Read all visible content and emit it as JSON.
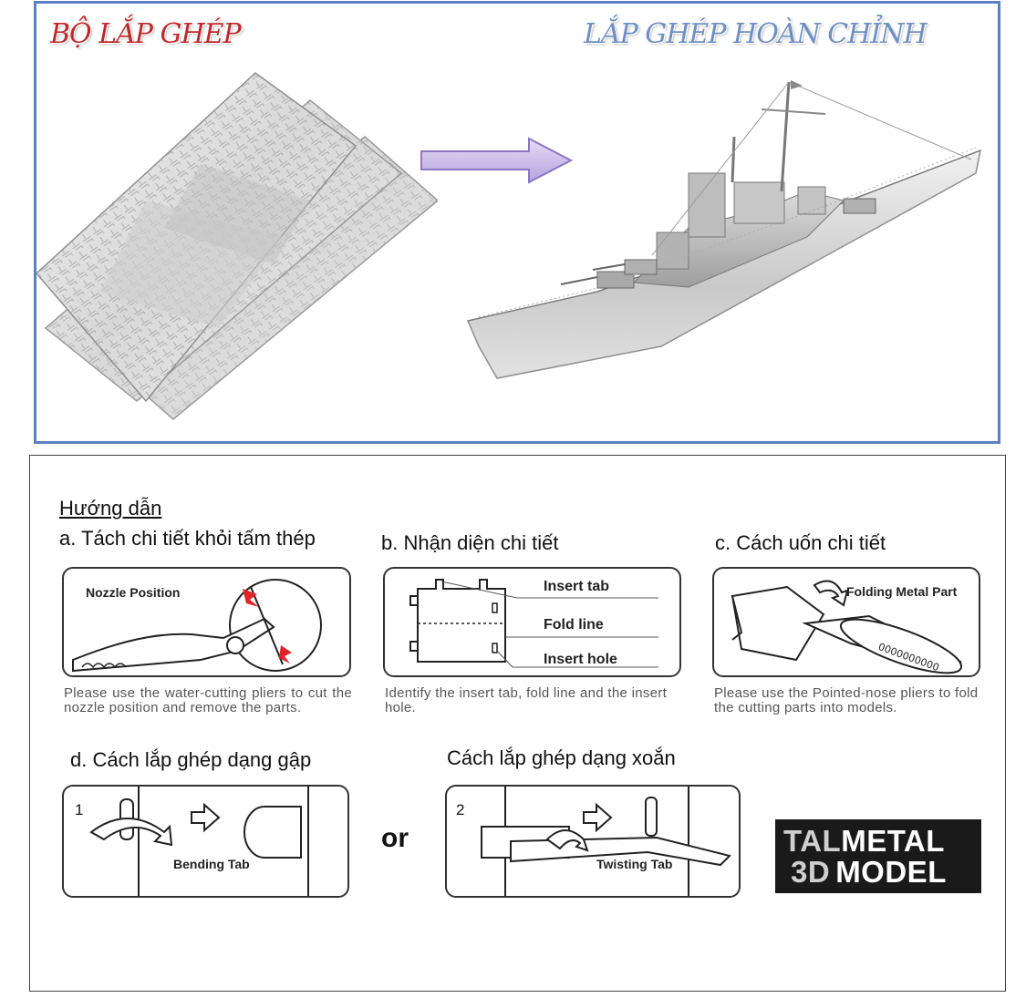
{
  "top": {
    "kit_title": "BỘ LẮP GHÉP",
    "finished_title": "LẮP GHÉP HOÀN CHỈNH",
    "arrow_color": "#c8b8ea"
  },
  "guide": {
    "heading": "Hướng dẫn",
    "step_a": {
      "title": "a. Tách chi tiết khỏi tấm thép",
      "label": "Nozzle Position",
      "caption": "Please use the water-cutting pliers to cut the nozzle position and remove the parts."
    },
    "step_b": {
      "title": "b. Nhận diện chi tiết",
      "labels": [
        "Insert tab",
        "Fold line",
        "Insert hole"
      ],
      "caption": "Identify the insert tab, fold line and the insert hole."
    },
    "step_c": {
      "title": "c. Cách uốn chi tiết",
      "label": "Folding Metal Part",
      "caption": "Please use the Pointed-nose pliers to fold the cutting parts into models."
    },
    "step_d": {
      "title": "d. Cách lắp ghép dạng gập",
      "number": "1",
      "label": "Bending Tab"
    },
    "or_text": "or",
    "step_twist": {
      "title": "Cách lắp ghép dạng xoắn",
      "number": "2",
      "label": "Twisting Tab"
    },
    "logo": {
      "line1_a": "TAL",
      "line1_b": "METAL",
      "line2_a": "3D",
      "line2_b": "MODEL"
    }
  }
}
